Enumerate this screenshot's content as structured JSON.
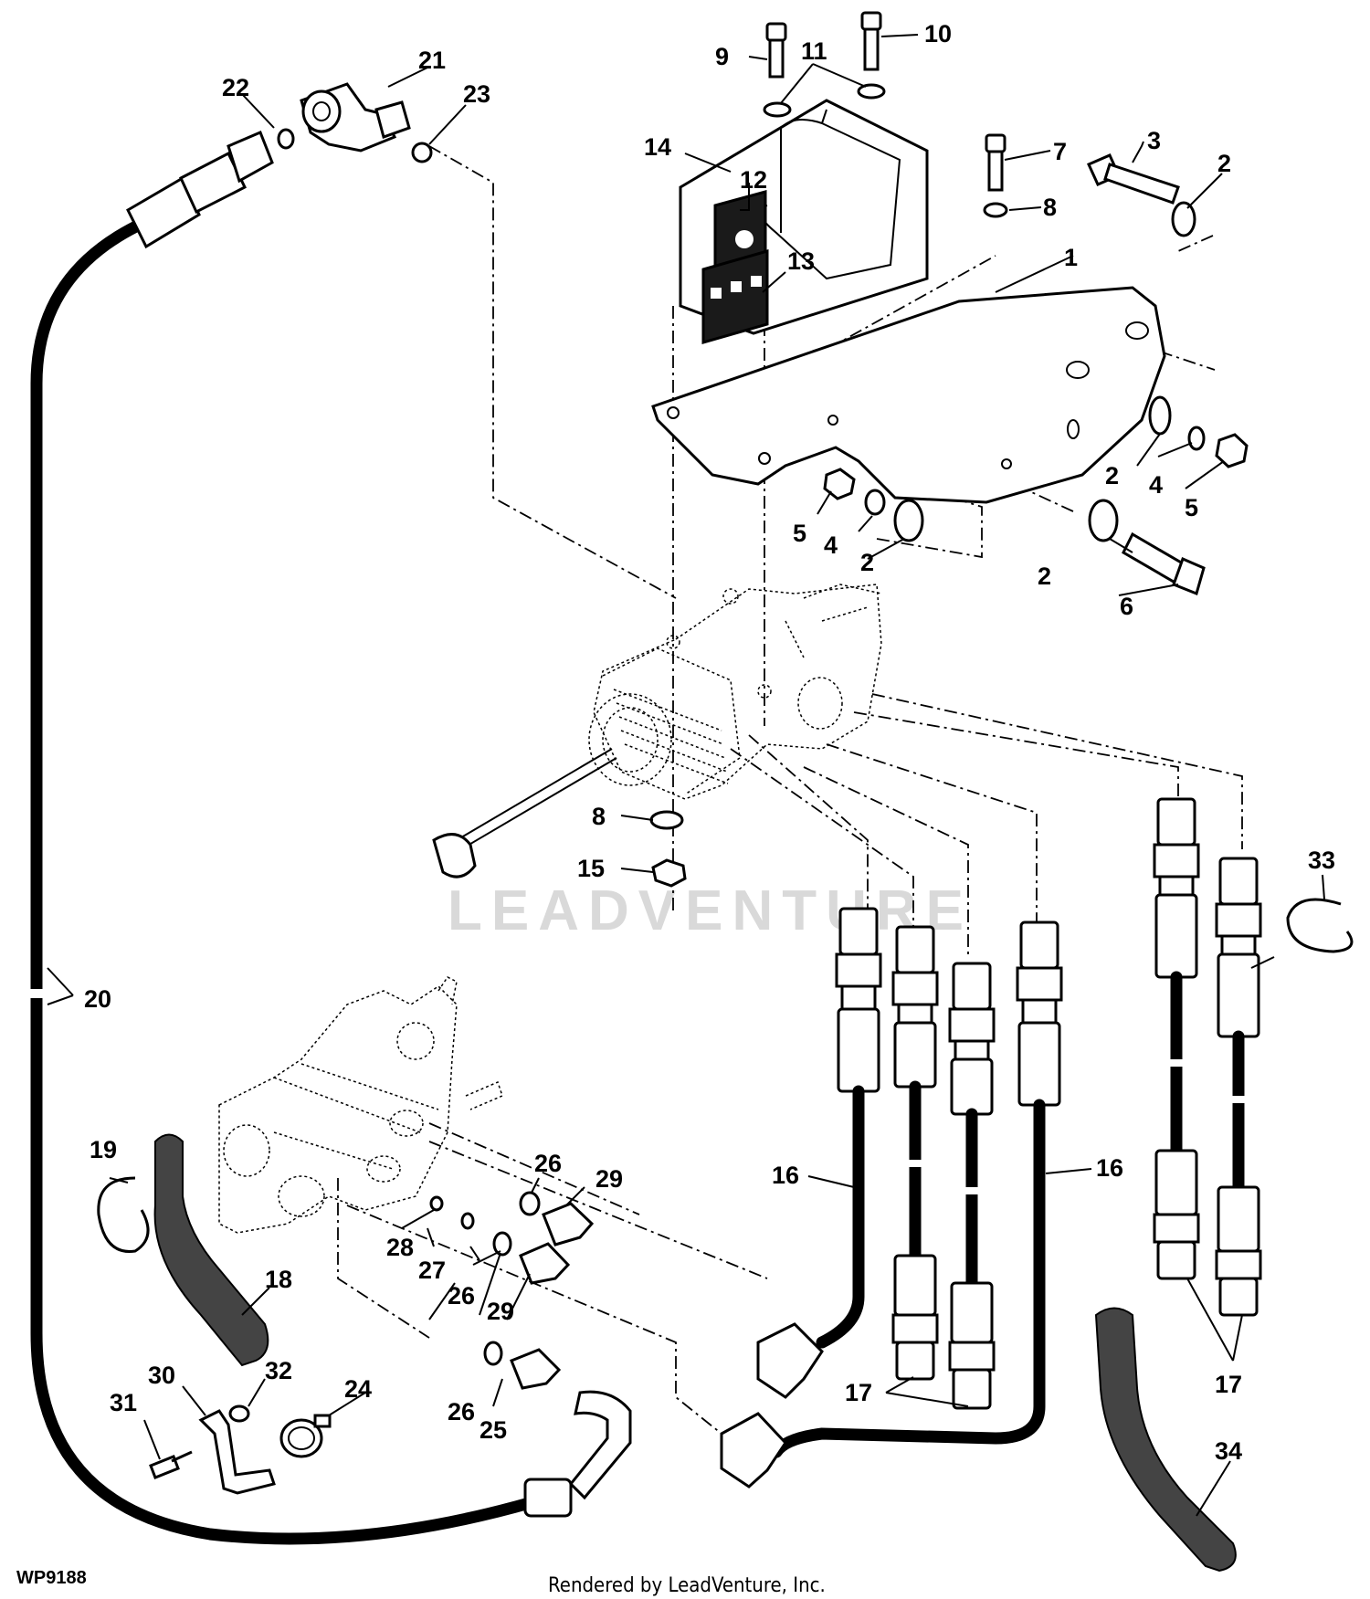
{
  "diagram": {
    "figure_code": "WP9188",
    "footer": "Rendered by LeadVenture, Inc.",
    "watermark": "LEADVENTURE",
    "callouts": [
      {
        "id": "c1",
        "label": "1"
      },
      {
        "id": "c2a",
        "label": "2"
      },
      {
        "id": "c2b",
        "label": "2"
      },
      {
        "id": "c2c",
        "label": "2"
      },
      {
        "id": "c2d",
        "label": "2"
      },
      {
        "id": "c3",
        "label": "3"
      },
      {
        "id": "c4a",
        "label": "4"
      },
      {
        "id": "c4b",
        "label": "4"
      },
      {
        "id": "c5a",
        "label": "5"
      },
      {
        "id": "c5b",
        "label": "5"
      },
      {
        "id": "c6",
        "label": "6"
      },
      {
        "id": "c7",
        "label": "7"
      },
      {
        "id": "c8a",
        "label": "8"
      },
      {
        "id": "c8b",
        "label": "8"
      },
      {
        "id": "c9",
        "label": "9"
      },
      {
        "id": "c10",
        "label": "10"
      },
      {
        "id": "c11",
        "label": "11"
      },
      {
        "id": "c12",
        "label": "12"
      },
      {
        "id": "c13",
        "label": "13"
      },
      {
        "id": "c14",
        "label": "14"
      },
      {
        "id": "c15",
        "label": "15"
      },
      {
        "id": "c16a",
        "label": "16"
      },
      {
        "id": "c16b",
        "label": "16"
      },
      {
        "id": "c17a",
        "label": "17"
      },
      {
        "id": "c17b",
        "label": "17"
      },
      {
        "id": "c18",
        "label": "18"
      },
      {
        "id": "c19",
        "label": "19"
      },
      {
        "id": "c20",
        "label": "20"
      },
      {
        "id": "c21",
        "label": "21"
      },
      {
        "id": "c22",
        "label": "22"
      },
      {
        "id": "c23",
        "label": "23"
      },
      {
        "id": "c24",
        "label": "24"
      },
      {
        "id": "c25",
        "label": "25"
      },
      {
        "id": "c26a",
        "label": "26"
      },
      {
        "id": "c26b",
        "label": "26"
      },
      {
        "id": "c26c",
        "label": "26"
      },
      {
        "id": "c27",
        "label": "27"
      },
      {
        "id": "c28",
        "label": "28"
      },
      {
        "id": "c29a",
        "label": "29"
      },
      {
        "id": "c29b",
        "label": "29"
      },
      {
        "id": "c30",
        "label": "30"
      },
      {
        "id": "c31",
        "label": "31"
      },
      {
        "id": "c32",
        "label": "32"
      },
      {
        "id": "c33",
        "label": "33"
      },
      {
        "id": "c34",
        "label": "34"
      }
    ]
  }
}
